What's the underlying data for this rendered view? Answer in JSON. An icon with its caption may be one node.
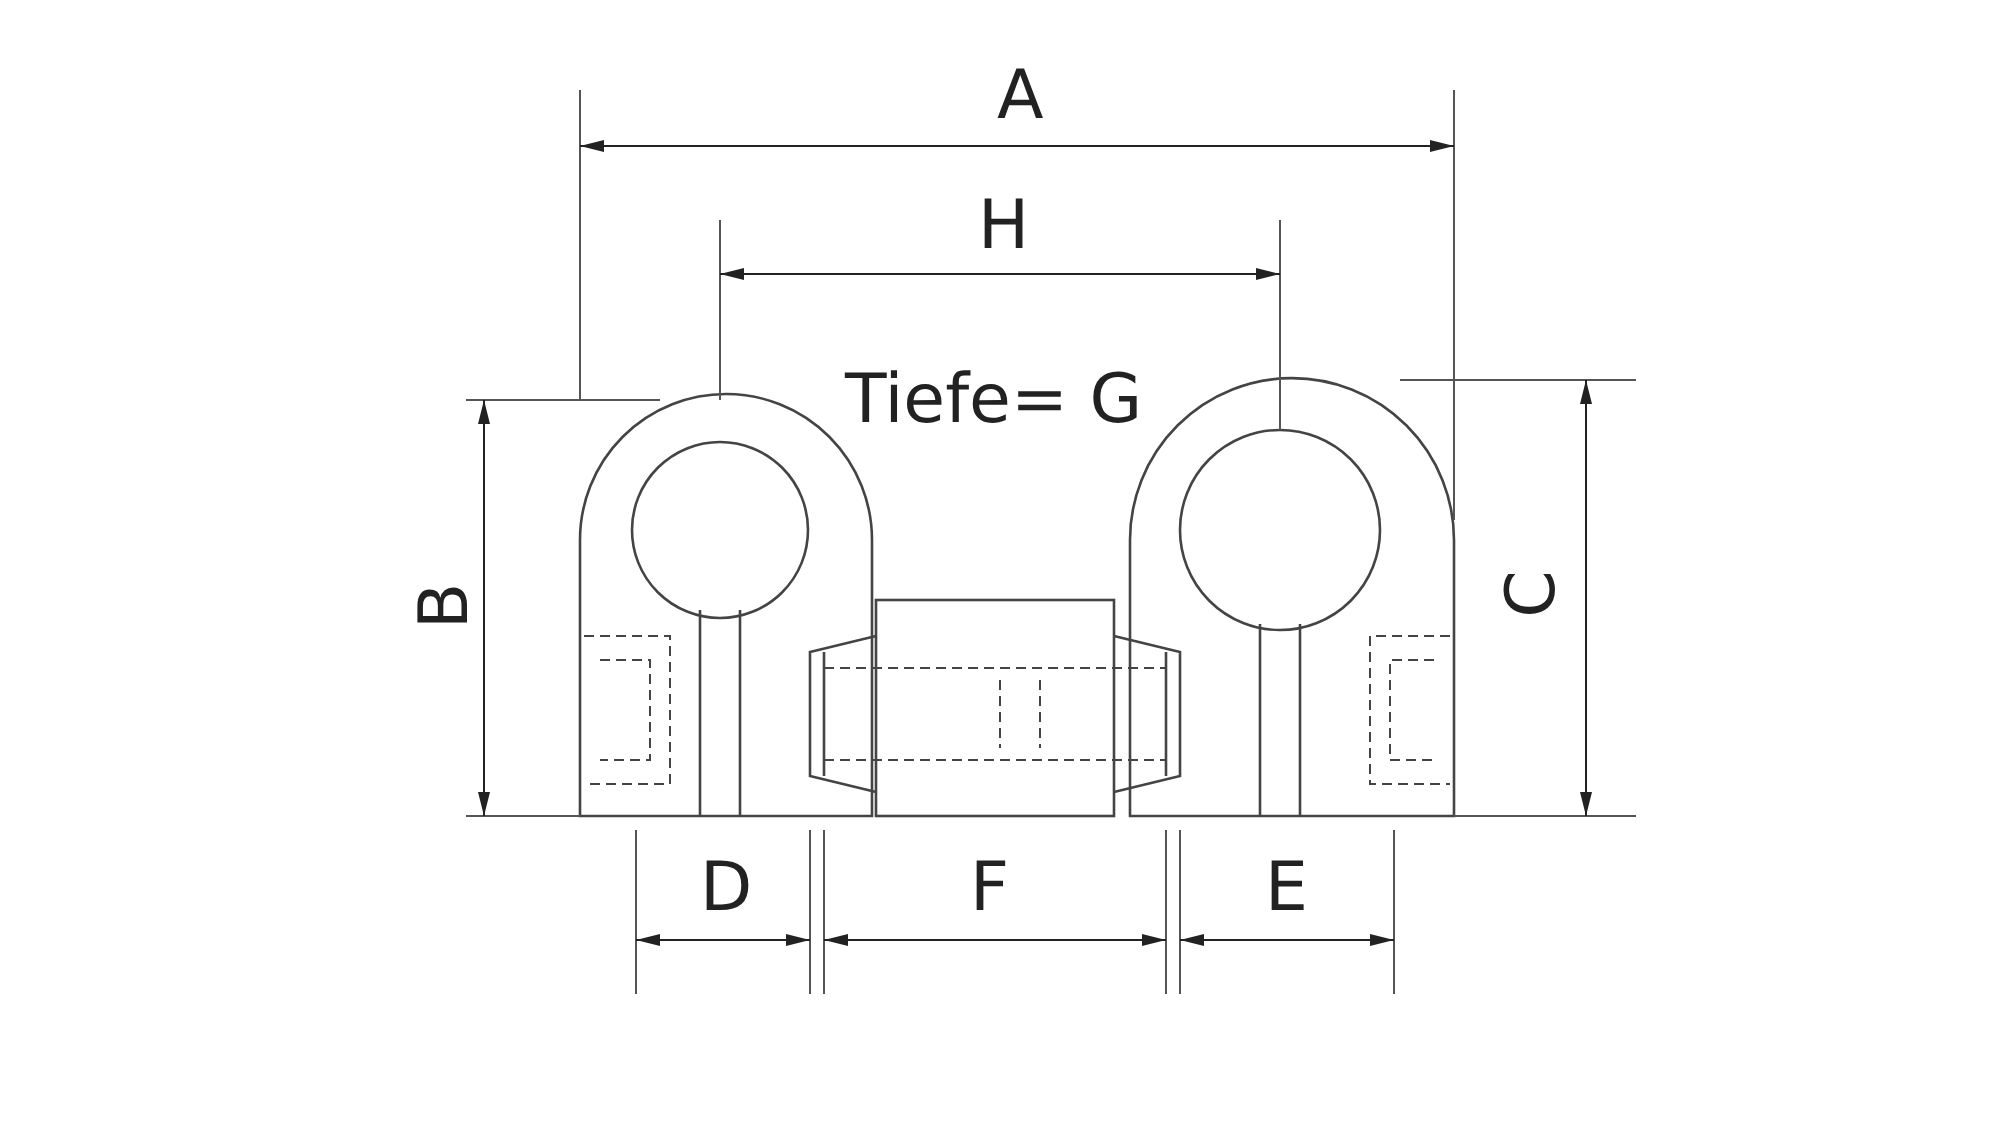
{
  "diagram": {
    "labels": [
      "A",
      "H",
      "Tiefe= G",
      "B",
      "C",
      "D",
      "F",
      "E"
    ]
  }
}
